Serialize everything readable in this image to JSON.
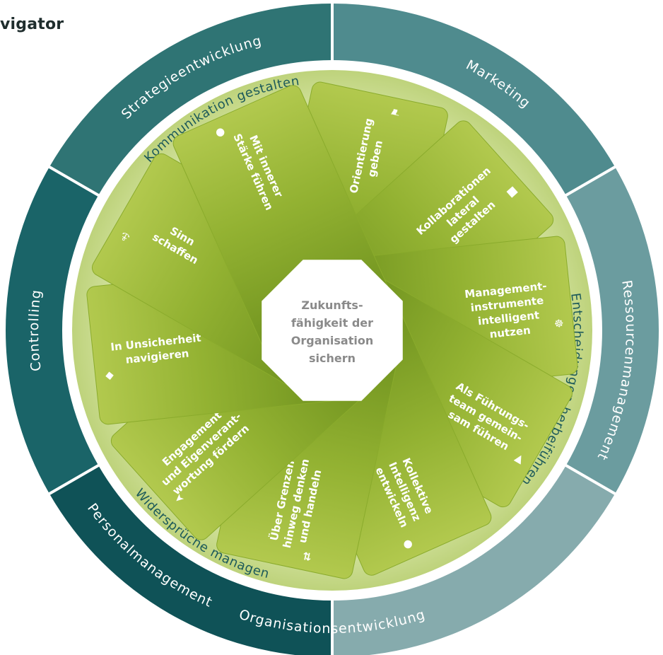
{
  "title": "vigator",
  "outer_ring": {
    "segments": [
      {
        "label": "Strategieentwicklung",
        "color": "#2f7474"
      },
      {
        "label": "Marketing",
        "color": "#4f8b8e"
      },
      {
        "label": "Ressourcenmanagement",
        "color": "#6b9c9f"
      },
      {
        "label": "Organisationsentwicklung",
        "color": "#86abad"
      },
      {
        "label": "Personalmanagement",
        "color": "#0f5257"
      },
      {
        "label": "Controlling",
        "color": "#1a6468"
      }
    ]
  },
  "inner_band": {
    "labels": [
      {
        "text": "Kommunikation gestalten"
      },
      {
        "text": "Entscheidungen herbeiführen"
      },
      {
        "text": "Widersprüche managen"
      }
    ]
  },
  "cards": [
    {
      "lines": [
        "Orientierung",
        "geben"
      ],
      "icon": "signpost-icon"
    },
    {
      "lines": [
        "Kollaborationen",
        "lateral",
        "gestalten"
      ],
      "icon": "speech-bubbles-icon"
    },
    {
      "lines": [
        "Management-",
        "instrumente",
        "intelligent",
        "nutzen"
      ],
      "icon": "ship-wheel-icon"
    },
    {
      "lines": [
        "Als Führungs-",
        "team gemein-",
        "sam führen"
      ],
      "icon": "team-triangle-icon"
    },
    {
      "lines": [
        "Kollektive",
        "Intelligenz",
        "entwickeln"
      ],
      "icon": "people-group-icon"
    },
    {
      "lines": [
        "Über Grenzen",
        "hinweg denken",
        "und handeln"
      ],
      "icon": "arrows-exchange-icon"
    },
    {
      "lines": [
        "Engagement",
        "und Eigenverant-",
        "wortung fördern"
      ],
      "icon": "paper-plane-icon"
    },
    {
      "lines": [
        "In Unsicherheit",
        "navigieren"
      ],
      "icon": "compass-icon"
    },
    {
      "lines": [
        "Sinn",
        "schaffen"
      ],
      "icon": "anchor-icon"
    },
    {
      "lines": [
        "Mit innerer",
        "Stärke führen"
      ],
      "icon": "person-icon"
    }
  ],
  "center": {
    "lines": [
      "Zukunfts-",
      "fähigkeit der",
      "Organisation",
      "sichern"
    ]
  },
  "colors": {
    "card_light": "#a7c23f",
    "card_dark": "#6c8f1d",
    "band": "#c9dc92",
    "hub": "#ffffff"
  }
}
